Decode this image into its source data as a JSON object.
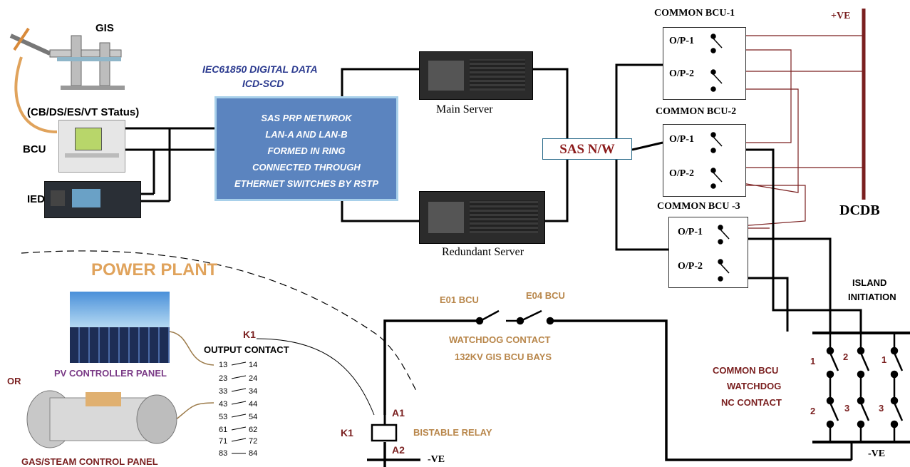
{
  "top_left": {
    "gis_label": "GIS",
    "status_label": "(CB/DS/ES/VT STatus)",
    "bcu_label": "BCU",
    "ied_label": "IED"
  },
  "network": {
    "iec_line1": "IEC61850 DIGITAL DATA",
    "iec_line2": "ICD-SCD",
    "box_lines": [
      "SAS PRP NETWROK",
      "LAN-A AND LAN-B",
      "FORMED IN RING",
      "CONNECTED  THROUGH",
      "ETHERNET SWITCHES BY RSTP"
    ],
    "main_server": "Main Server",
    "redundant_server": "Redundant Server",
    "sas_nw": "SAS N/W"
  },
  "common_bcus": [
    {
      "title": "COMMON BCU-1",
      "outputs": [
        "O/P-1",
        "O/P-2"
      ]
    },
    {
      "title": "COMMON BCU-2",
      "outputs": [
        "O/P-1",
        "O/P-2"
      ]
    },
    {
      "title": "COMMON BCU -3",
      "outputs": [
        "O/P-1",
        "O/P-2"
      ]
    }
  ],
  "dc": {
    "plus_ve": "+VE",
    "dcdb": "DCDB",
    "island_line1": "ISLAND",
    "island_line2": "INITIATION",
    "minus_ve_right": "-VE",
    "minus_ve_relay": "-VE"
  },
  "watchdog": {
    "e01": "E01 BCU",
    "e04": "E04 BCU",
    "line1": "WATCHDOG CONTACT",
    "line2": "132KV GIS BCU BAYS",
    "nc_line1": "COMMON BCU",
    "nc_line2": "WATCHDOG",
    "nc_line3": "NC CONTACT",
    "contact_numbers": [
      "1",
      "2",
      "1",
      "2",
      "3",
      "3"
    ]
  },
  "plant": {
    "title": "POWER PLANT",
    "k1_top": "K1",
    "output_contact": "OUTPUT CONTACT",
    "contacts": [
      {
        "a": "13",
        "b": "14"
      },
      {
        "a": "23",
        "b": "24"
      },
      {
        "a": "33",
        "b": "34"
      },
      {
        "a": "43",
        "b": "44"
      },
      {
        "a": "53",
        "b": "54"
      },
      {
        "a": "61",
        "b": "62"
      },
      {
        "a": "71",
        "b": "72"
      },
      {
        "a": "83",
        "b": "84"
      }
    ],
    "pv_label": "PV CONTROLLER PANEL",
    "or_label": "OR",
    "gas_label": "GAS/STEAM CONTROL PANEL"
  },
  "relay": {
    "a1": "A1",
    "a2": "A2",
    "k1": "K1",
    "label": "BISTABLE RELAY"
  }
}
